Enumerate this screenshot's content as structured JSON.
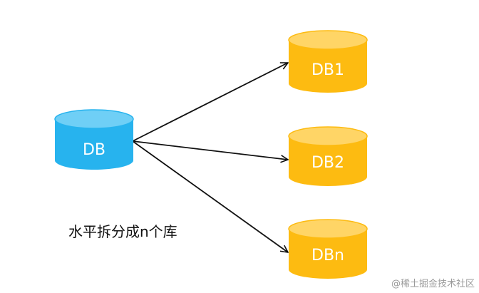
{
  "colors": {
    "source_db": "#27B3EE",
    "source_db_top": "#6FCFF6",
    "shard_db": "#FDBB11",
    "shard_db_top": "#FFD566",
    "label": "#FFFFFF",
    "arrow": "#111111"
  },
  "source": {
    "label": "DB"
  },
  "shards": [
    {
      "label": "DB1"
    },
    {
      "label": "DB2"
    },
    {
      "label": "DBn"
    }
  ],
  "caption": "水平拆分成n个库",
  "watermark": "@稀土掘金技术社区"
}
